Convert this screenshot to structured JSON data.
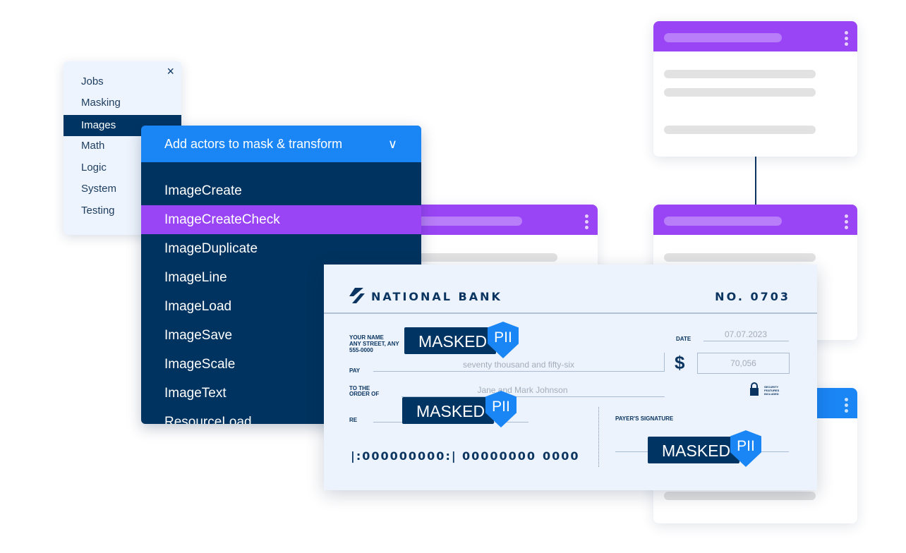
{
  "colors": {
    "purple": "#9a45f5",
    "blue": "#1a86f5",
    "navy": "#003563"
  },
  "menu": {
    "close_icon": "×",
    "items": [
      {
        "label": "Jobs"
      },
      {
        "label": "Masking"
      },
      {
        "label": "Images",
        "selected": true
      },
      {
        "label": "Math"
      },
      {
        "label": "Logic"
      },
      {
        "label": "System"
      },
      {
        "label": "Testing"
      }
    ]
  },
  "dropdown": {
    "title": "Add actors to mask & transform",
    "chevron": "⌄",
    "options": [
      "ImageCreate",
      "ImageCreateCheck",
      "ImageDuplicate",
      "ImageLine",
      "ImageLoad",
      "ImageSave",
      "ImageScale",
      "ImageText",
      "ResourceLoad"
    ],
    "selected": "ImageCreateCheck"
  },
  "check": {
    "bank": "NATIONAL BANK",
    "number": "NO. 0703",
    "your_name": "YOUR NAME",
    "street": "ANY STREET, ANY",
    "phone": "555-0000",
    "date_label": "DATE",
    "date": "07.07.2023",
    "pay_label": "PAY",
    "amount_words": "seventy thousand and fifty-six",
    "currency": "$",
    "amount": "70,056",
    "order_label_1": "TO THE",
    "order_label_2": "ORDER OF",
    "payee": "Jane and Mark Johnson",
    "security_1": "SECURITY",
    "security_2": "FEATURES",
    "security_3": "INCLUDED",
    "re_label": "RE",
    "signature_label": "PAYER'S SIGNATURE",
    "micr_routing": "|:000000000:|",
    "micr_account": "00000000",
    "micr_check": "0000",
    "mask_label": "MASKED",
    "mask_badge": "PII"
  }
}
